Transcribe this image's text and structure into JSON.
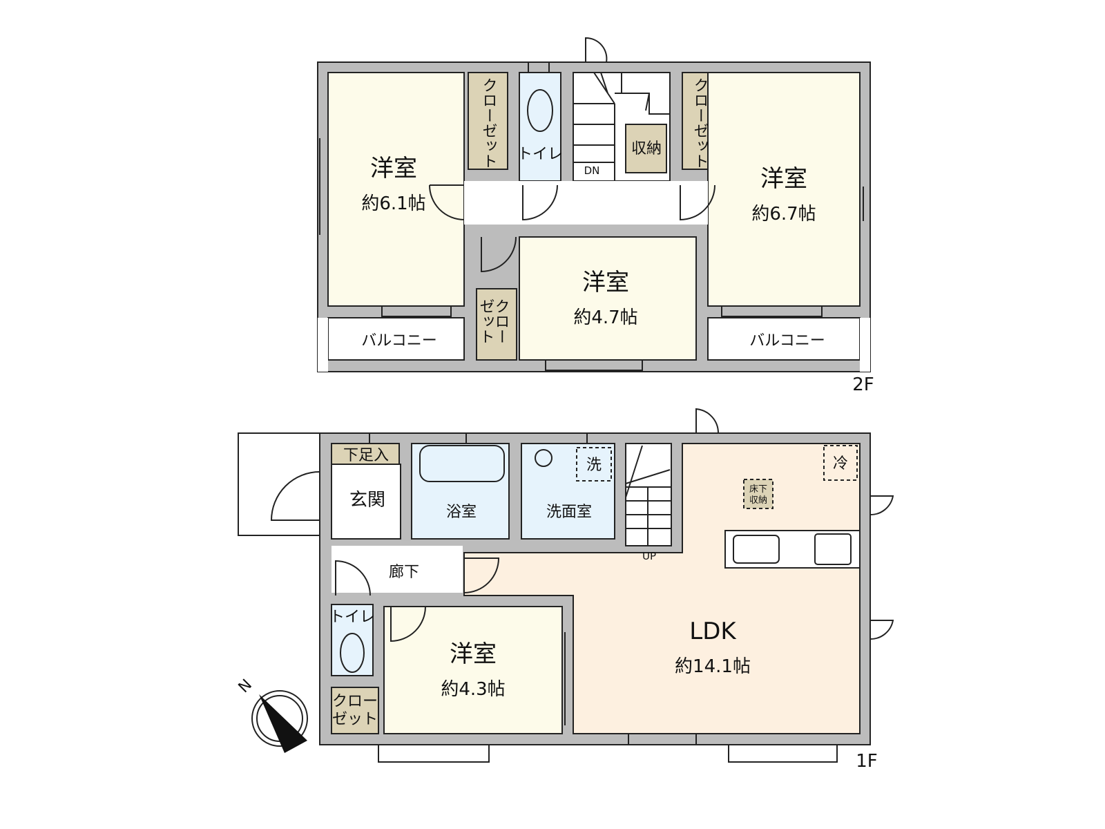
{
  "floor2": {
    "label": "2F",
    "rooms": [
      {
        "name": "洋室",
        "area": "約6.1帖"
      },
      {
        "name": "洋室",
        "area": "約6.7帖"
      },
      {
        "name": "洋室",
        "area": "約4.7帖"
      }
    ],
    "closet": "クローゼット",
    "closet_mid_a": "クロー",
    "closet_mid_b": "ゼット",
    "toilet": "トイレ",
    "storage": "収納",
    "stairs": "DN",
    "balcony": "バルコニー"
  },
  "floor1": {
    "label": "1F",
    "entrance": "玄関",
    "shoe_storage": "下足入",
    "bath": "浴室",
    "washroom": "洗面室",
    "washer": "洗",
    "stairs": "UP",
    "fridge": "冷",
    "underfloor_a": "床下",
    "underfloor_b": "収納",
    "hallway": "廊下",
    "toilet": "トイレ",
    "closet_a": "クロー",
    "closet_b": "ゼット",
    "room": {
      "name": "洋室",
      "area": "約4.3帖"
    },
    "ldk": {
      "name": "LDK",
      "area": "約14.1帖"
    }
  },
  "compass": {
    "label": "N"
  }
}
